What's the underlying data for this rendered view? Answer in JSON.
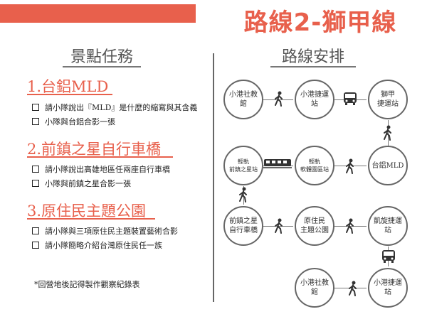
{
  "header": {
    "title": "路線2-獅甲線",
    "accent": "#e8604c"
  },
  "left": {
    "section_title": "景點任務",
    "tasks": [
      {
        "heading": "1.台鋁MLD",
        "items": [
          "請小隊說出『MLD』是什麼的縮寫與其含義",
          "小隊與台鋁合影一張"
        ]
      },
      {
        "heading": "2.前鎮之星自行車橋",
        "items": [
          "請小隊說出高雄地區任兩座自行車橋",
          "小隊與前鎮之星合影一張"
        ]
      },
      {
        "heading": "3.原住民主題公園",
        "items": [
          "請小隊與三項原住民主題裝置藝術合影",
          "請小隊簡略介紹台灣原住民任一族"
        ]
      }
    ],
    "note": "*回營地後記得製作觀察紀錄表"
  },
  "right": {
    "section_title": "路線安排",
    "nodes": {
      "n1": "小港社教館",
      "n2": "小港捷運站",
      "n3": "獅甲\n捷運站",
      "n4": "台鋁MLD",
      "n5": "輕軌\n軟體園區站",
      "n6": "輕軌\n前鎮之星站",
      "n7": "前鎮之星\n自行車橋",
      "n8": "原住民\n主題公園",
      "n9": "凱旋捷運站",
      "n10": "小港社教館",
      "n11": "小港捷運站"
    },
    "icons": {
      "walk": "walking-person-icon",
      "bus": "bus-icon",
      "tram": "light-rail-icon"
    }
  }
}
